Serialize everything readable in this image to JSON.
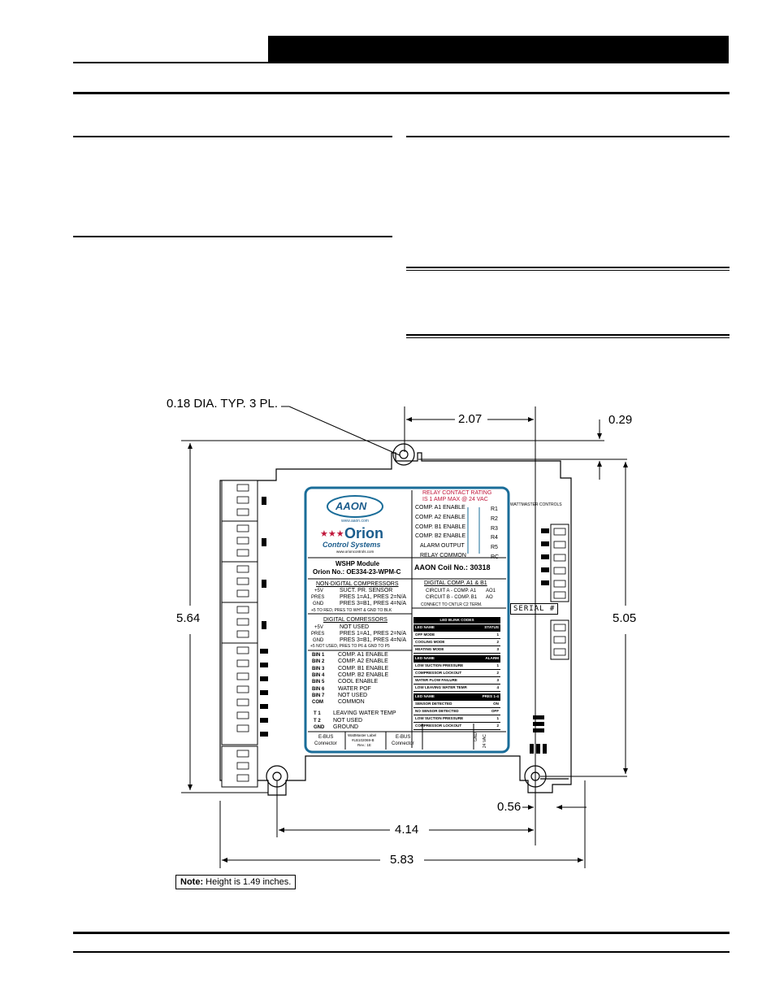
{
  "note": {
    "label": "Note:",
    "text": " Height is 1.49 inches."
  },
  "dimensions": {
    "hole": "0.18 DIA. TYP. 3 PL.",
    "top_width": "2.07",
    "top_offset": "0.29",
    "left_height": "5.64",
    "right_height": "5.05",
    "bottom_offset": "0.56",
    "inner_width": "4.14",
    "overall_width": "5.83"
  },
  "label": {
    "brand": "AAON",
    "brand_url": "www.aaon.com",
    "orion": "Orion",
    "orion_sub": "Control Systems",
    "orion_url": "www.orioncontrols.com",
    "module_title": "WSHP Module",
    "module_part": "Orion No.: OE334-23-WPM-C",
    "coil": "AAON Coil  No.: 30318",
    "relay_rating_1": "RELAY CONTACT RATING",
    "relay_rating_2": "IS 1 AMP MAX @ 24 VAC",
    "relays": [
      {
        "name": "COMP. A1 ENABLE",
        "code": "R1"
      },
      {
        "name": "COMP. A2 ENABLE",
        "code": "R2"
      },
      {
        "name": "COMP. B1 ENABLE",
        "code": "R3"
      },
      {
        "name": "COMP. B2 ENABLE",
        "code": "R4"
      },
      {
        "name": "ALARM OUTPUT",
        "code": "R5"
      },
      {
        "name": "RELAY COMMON",
        "code": "RC"
      }
    ],
    "non_digital_title": "NON-DIGITAL COMPRESSORS",
    "nd_lines": [
      "+5V",
      "PRES",
      "GND"
    ],
    "nd_desc": [
      "SUCT. PR. SENSOR",
      "PRES 1=A1, PRES 2=N/A",
      "PRES 3=B1, PRES 4=N/A"
    ],
    "nd_note": "+5 TO RED, PRES TO WHT & GND TO BLK",
    "digital_title": "DIGITAL COMRESSORS",
    "d_desc": [
      "NOT USED",
      "PRES 1=A1, PRES 2=N/A",
      "PRES 3=B1, PRES 4=N/A"
    ],
    "d_note": "+5 NOT USED, PRES TO P6 & GND TO P5",
    "digital_comp_title": "DIGITAL COMP. A1 & B1",
    "circuit_a": "CIRCUIT A - COMP. A1",
    "circuit_a_code": "AO1",
    "circuit_b": "CIRCUIT B - COMP. B1",
    "circuit_b_code": "AO",
    "cntlr_note": "CONNECT TO CNTLR C2 TERM.",
    "binary": [
      {
        "pin": "BIN 1",
        "desc": "COMP. A1  ENABLE"
      },
      {
        "pin": "BIN 2",
        "desc": "COMP. A2  ENABLE"
      },
      {
        "pin": "BIN 3",
        "desc": "COMP. B1  ENABLE"
      },
      {
        "pin": "BIN 4",
        "desc": "COMP. B2  ENABLE"
      },
      {
        "pin": "BIN 5",
        "desc": "COOL ENABLE"
      },
      {
        "pin": "BIN 6",
        "desc": "WATER POF"
      },
      {
        "pin": "BIN 7",
        "desc": "NOT USED"
      },
      {
        "pin": "COM",
        "desc": "COMMON"
      }
    ],
    "temps": [
      {
        "pin": "T 1",
        "desc": "LEAVING WATER TEMP"
      },
      {
        "pin": "T 2",
        "desc": "NOT USED"
      },
      {
        "pin": "GND",
        "desc": "GROUND"
      }
    ],
    "ebus": "E-BUS",
    "connector": "Connector",
    "wm_label_1": "WattMaster Label",
    "wm_label_2": "#LB102069-B",
    "wm_label_3": "Rev.: 1E",
    "gnd": "GND",
    "vac": "24 VAC",
    "led_title": "LED BLINK CODES",
    "led_groups": [
      {
        "head": [
          "LED NAME",
          "STATUS"
        ],
        "rows": [
          [
            "OFF MODE",
            "1"
          ],
          [
            "COOLING MODE",
            "2"
          ],
          [
            "HEATING MODE",
            "3"
          ]
        ]
      },
      {
        "head": [
          "LED NAME",
          "ALARM"
        ],
        "rows": [
          [
            "LOW SUCTION PRESSURE",
            "1"
          ],
          [
            "COMPRESSOR LOCKOUT",
            "2"
          ],
          [
            "WATER FLOW FAILURE",
            "3"
          ],
          [
            "LOW LEAVING WATER TEMP.",
            "4"
          ]
        ]
      },
      {
        "head": [
          "LED NAME",
          "PRES 1-4"
        ],
        "rows": [
          [
            "SENSOR DETECTED",
            "ON"
          ],
          [
            "NO SENSOR DETECTED",
            "OFF"
          ],
          [
            "LOW SUCTION PRESSURE",
            "1"
          ],
          [
            "COMPRESSOR LOCKOUT",
            "2"
          ]
        ]
      }
    ],
    "wattmaster": "WATTMASTER CONTROLS",
    "serial": "SERIAL #"
  }
}
